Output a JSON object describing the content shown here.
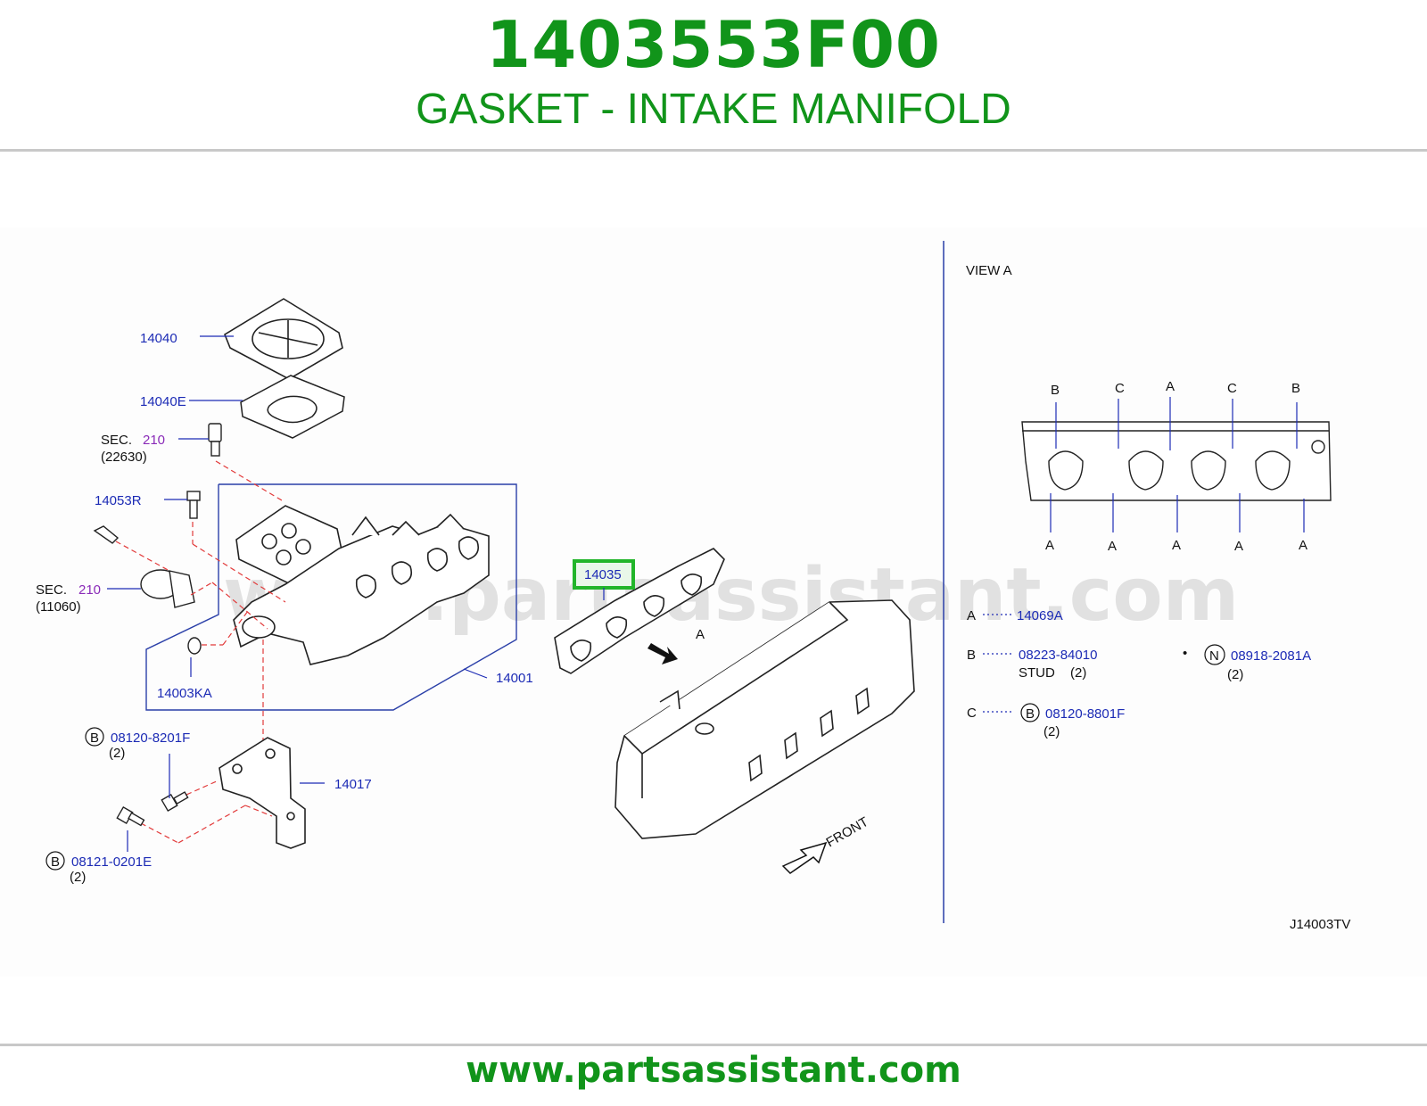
{
  "header": {
    "part_number": "1403553F00",
    "part_name": "GASKET - INTAKE MANIFOLD"
  },
  "diagram": {
    "watermark": "www.partsassistant.com",
    "callouts": {
      "p14040": "14040",
      "p14040e": "14040E",
      "sec_prefix": "SEC.",
      "sec210a": "210",
      "sec210a_sub": "(22630)",
      "p14053r": "14053R",
      "sec210b": "210",
      "sec210b_sub": "(11060)",
      "p14003ka": "14003KA",
      "p14001": "14001",
      "p14035": "14035",
      "view_a_marker": "A",
      "b_badge": "B",
      "n_badge": "N",
      "p08120_8201f": "08120-8201F",
      "p08120_8201f_qty": "(2)",
      "p14017": "14017",
      "p08121_0201e": "08121-0201E",
      "p08121_0201e_qty": "(2)",
      "front": "FRONT"
    },
    "highlighted_part": "14035",
    "view_a": {
      "title": "VIEW  A",
      "top_letters": [
        "B",
        "C",
        "A",
        "C",
        "B"
      ],
      "bottom_letters": [
        "A",
        "A",
        "A",
        "A",
        "A"
      ]
    },
    "legend": {
      "a_key": "A",
      "a_part": "14069A",
      "b_key": "B",
      "b_part": "08223-84010",
      "b_desc": "STUD",
      "b_qty": "(2)",
      "n_part": "08918-2081A",
      "n_qty": "(2)",
      "c_key": "C",
      "c_part": "08120-8801F",
      "c_qty": "(2)",
      "dot": "•"
    },
    "diagram_code": "J14003TV"
  },
  "footer": {
    "url": "www.partsassistant.com"
  },
  "colors": {
    "brand_green": "#11941a",
    "callout_blue": "#1c2bb5",
    "section_purple": "#8a2bb8",
    "leader_red": "#e23a3a"
  }
}
